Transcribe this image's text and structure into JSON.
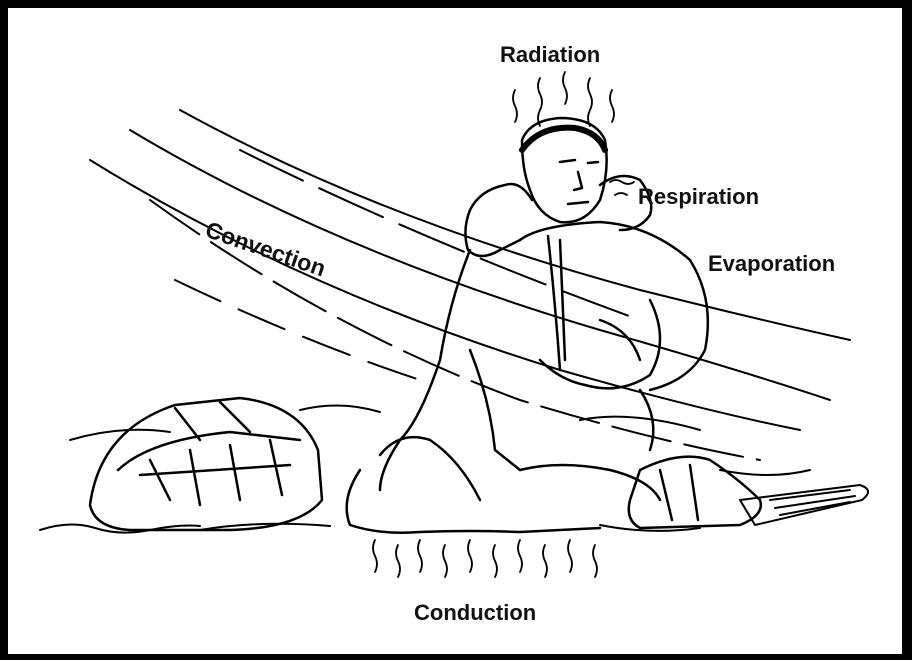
{
  "labels": {
    "radiation": "Radiation",
    "respiration": "Respiration",
    "evaporation": "Evaporation",
    "convection": "Convection",
    "conduction": "Conduction"
  }
}
